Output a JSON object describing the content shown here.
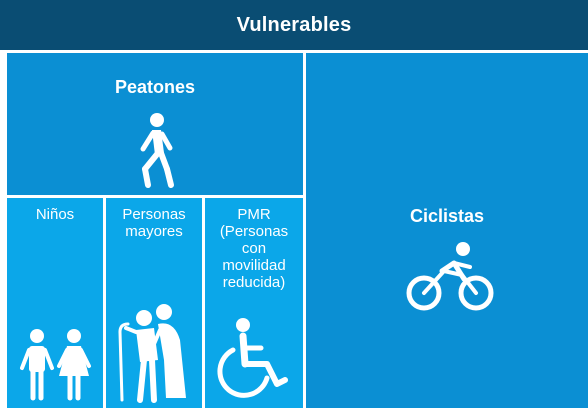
{
  "header": {
    "title": "Vulnerables"
  },
  "peatones": {
    "title": "Peatones",
    "icon": "pedestrian-icon"
  },
  "ciclistas": {
    "title": "Ciclistas",
    "icon": "cyclist-icon"
  },
  "ninos": {
    "label": "Niños",
    "icon": "children-icon"
  },
  "mayores": {
    "label_lines": [
      "Personas",
      "mayores"
    ],
    "icon": "elderly-icon"
  },
  "pmr": {
    "label_lines": [
      "PMR",
      "(Personas",
      "con",
      "movilidad",
      "reducida)"
    ],
    "icon": "wheelchair-icon"
  },
  "colors": {
    "header": "#0a4d73",
    "primary_box": "#0b8fd3",
    "sub_box": "#0ba7e9",
    "text": "#ffffff"
  }
}
